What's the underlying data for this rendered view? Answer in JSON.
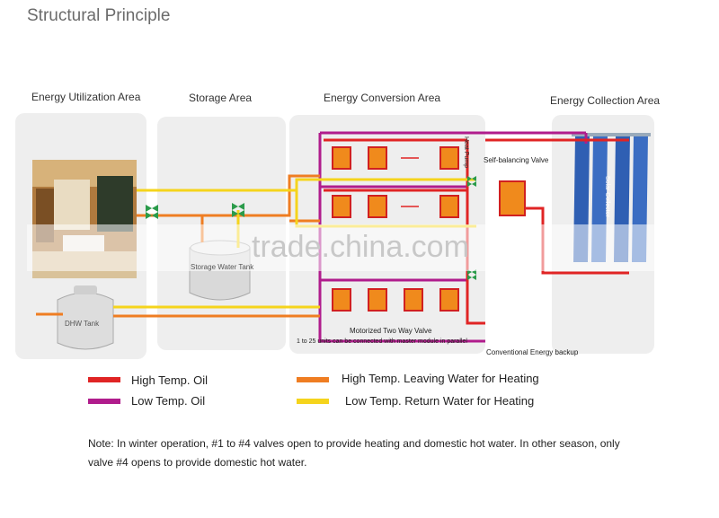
{
  "title": "Structural Principle",
  "areas": {
    "utilization": "Energy Utilization Area",
    "storage": "Storage Area",
    "conversion": "Energy Conversion Area",
    "collection": "Energy Collection Area"
  },
  "components": {
    "storage_tank": "Storage Water Tank",
    "dhw_tank": "DHW Tank",
    "heat_pump": "Heat Pump",
    "self_balancing_valve": "Self-balancing Valve",
    "solar_collector": "Solar Collector",
    "motorized_valve": "Motorized Two Way Valve",
    "units_note": "1 to 25 units can be connected with master module in parallel",
    "conventional_backup": "Conventional Energy backup",
    "watermark": "trade.china.com"
  },
  "legend": [
    {
      "label": "High Temp. Oil",
      "color": "#e02424"
    },
    {
      "label": "Low Temp. Oil",
      "color": "#b01c8c"
    },
    {
      "label": "High Temp. Leaving Water for Heating",
      "color": "#ef7d22"
    },
    {
      "label": "Low Temp. Return Water for Heating",
      "color": "#f5d41c"
    }
  ],
  "note": "Note: In winter operation,  #1 to #4 valves open to provide heating and domestic hot water. In other season, only valve #4 opens to provide domestic hot water."
}
